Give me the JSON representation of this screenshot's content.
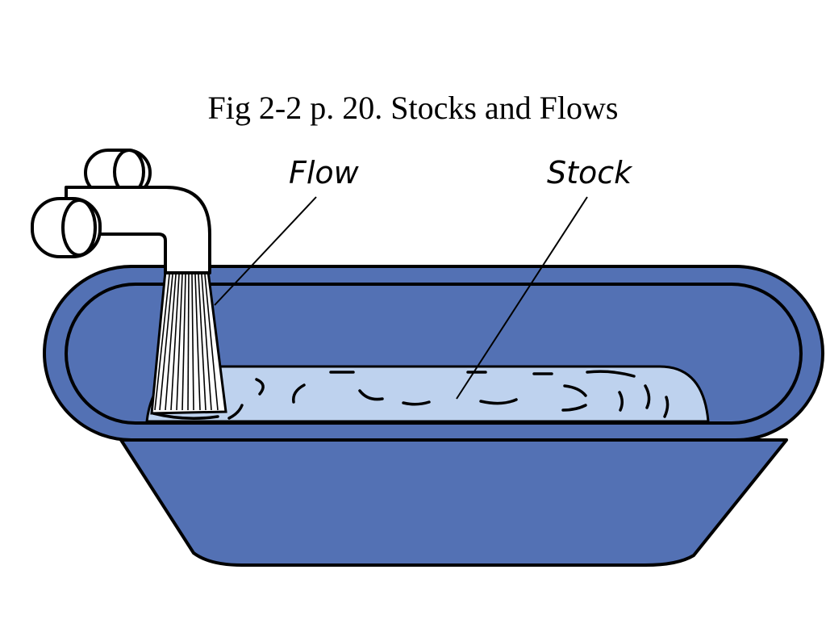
{
  "slide": {
    "title": "Fig 2-2 p. 20. Stocks and Flows"
  },
  "diagram": {
    "flow_label": "Flow",
    "stock_label": "Stock",
    "colors": {
      "tub": "#5371b4",
      "water": "#bed2ee",
      "outline": "#000000",
      "faucet": "#ffffff"
    },
    "icons": [
      "faucet-icon",
      "bathtub-icon",
      "water-stream-icon"
    ]
  }
}
